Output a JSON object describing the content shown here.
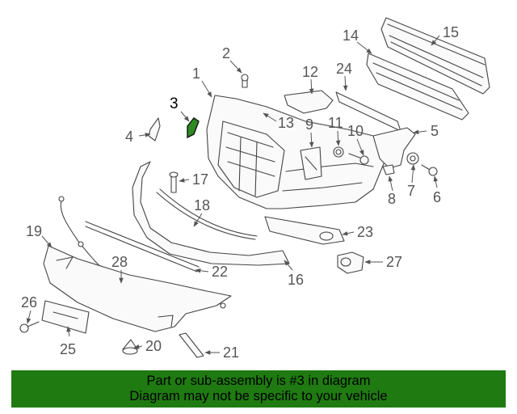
{
  "callouts": {
    "c1": "1",
    "c2": "2",
    "c3": "3",
    "c4": "4",
    "c5": "5",
    "c6": "6",
    "c7": "7",
    "c8": "8",
    "c9": "9",
    "c10": "10",
    "c11": "11",
    "c12": "12",
    "c13": "13",
    "c14": "14",
    "c15": "15",
    "c16": "16",
    "c17": "17",
    "c18": "18",
    "c19": "19",
    "c20": "20",
    "c21": "21",
    "c22": "22",
    "c23": "23",
    "c24": "24",
    "c25": "25",
    "c26": "26",
    "c27": "27",
    "c28": "28"
  },
  "highlight_part": "3",
  "colors": {
    "banner": "#1f7a11",
    "highlight": "#2e8b22",
    "line": "#444444"
  },
  "banner": {
    "line1": "Part or sub-assembly is #3 in diagram",
    "line2": "Diagram may not be specific to your vehicle"
  }
}
